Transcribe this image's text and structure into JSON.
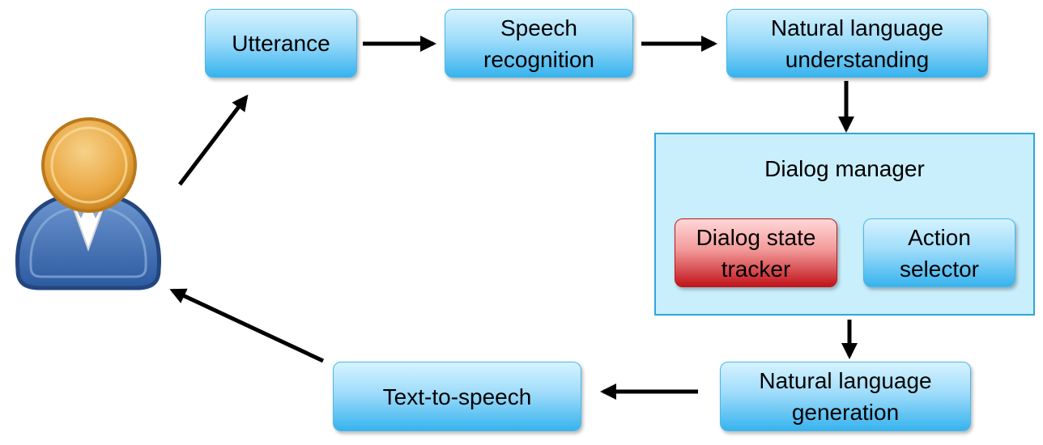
{
  "nodes": {
    "utterance": "Utterance",
    "speech_recognition": "Speech\nrecognition",
    "nlu": "Natural language\nunderstanding",
    "dialog_manager": "Dialog  manager",
    "dialog_state_tracker": "Dialog  state\ntracker",
    "action_selector": "Action\nselector",
    "nlg": "Natural language\ngeneration",
    "tts": "Text-to-speech"
  },
  "icons": {
    "user": "user-icon"
  },
  "colors": {
    "box_blue": "#37b3ee",
    "box_red": "#c0141a",
    "manager_bg": "#c9eefc",
    "head_orange": "#e8a33a",
    "body_blue": "#2f5fa8"
  }
}
